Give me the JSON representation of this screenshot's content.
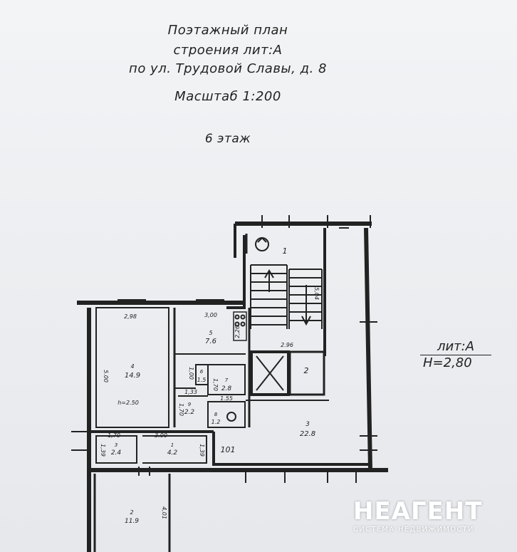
{
  "header": {
    "line1": "Поэтажный план",
    "line2": "строения лит:А",
    "line3": "по ул. Трудовой Славы, д. 8",
    "scale": "Масштаб 1:200",
    "floor": "6 этаж"
  },
  "legend": {
    "lit": "лит:А",
    "height": "H=2,80"
  },
  "rooms": {
    "r1": "1",
    "r2": "2",
    "r3_num": "3",
    "r3_area": "22.8",
    "r4_num": "4",
    "r4_area": "14.9",
    "r4_h": "h=2.50",
    "r5_num": "5",
    "r5_area": "7.6",
    "r6_num": "6",
    "r6_area": "1.5",
    "r7_num": "7",
    "r7_area": "2.8",
    "r8_num": "8",
    "r8_area": "1.2",
    "r9_num": "9",
    "r9_area": "2.2",
    "rL3_num": "3",
    "rL3_area": "2.4",
    "rL1_num": "1",
    "rL1_area": "4.2",
    "rL2_num": "2",
    "rL2_area": "11.9",
    "r101": "101"
  },
  "dims": {
    "d298": "2,98",
    "d300a": "3,00",
    "d500": "5.00",
    "d226": "2,26",
    "d296": "2.96",
    "d504": "5,04",
    "d100": "1,00",
    "d170a": "1,70",
    "d133": "1,33",
    "d155": "1.55",
    "d170b": "1,70",
    "d170c": "1,70",
    "d300b": "3.00",
    "d139a": "1,39",
    "d139b": "1,39",
    "d401": "4,01"
  },
  "watermark": {
    "brand": "НЕАГЕНТ",
    "tagline": "СИСТЕМА НЕДВИЖИМОСТИ"
  }
}
